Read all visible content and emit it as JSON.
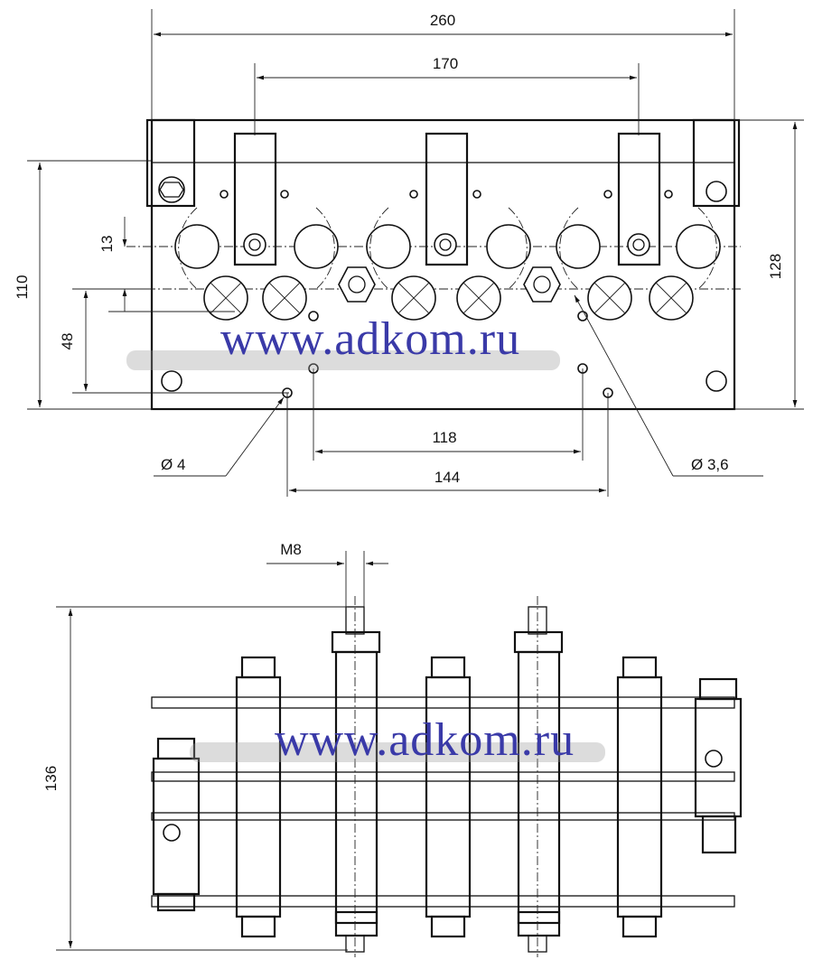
{
  "top_view": {
    "dim_overall_width": "260",
    "dim_pin_span": "170",
    "dim_overall_height": "128",
    "dim_height_110": "110",
    "dim_13": "13",
    "dim_48": "48",
    "dim_118": "118",
    "dim_144": "144",
    "dia_4": "Ø 4",
    "dia_3_6": "Ø 3,6"
  },
  "side_view": {
    "thread_label": "M8",
    "dim_height": "136"
  },
  "watermark": "www.adkom.ru"
}
